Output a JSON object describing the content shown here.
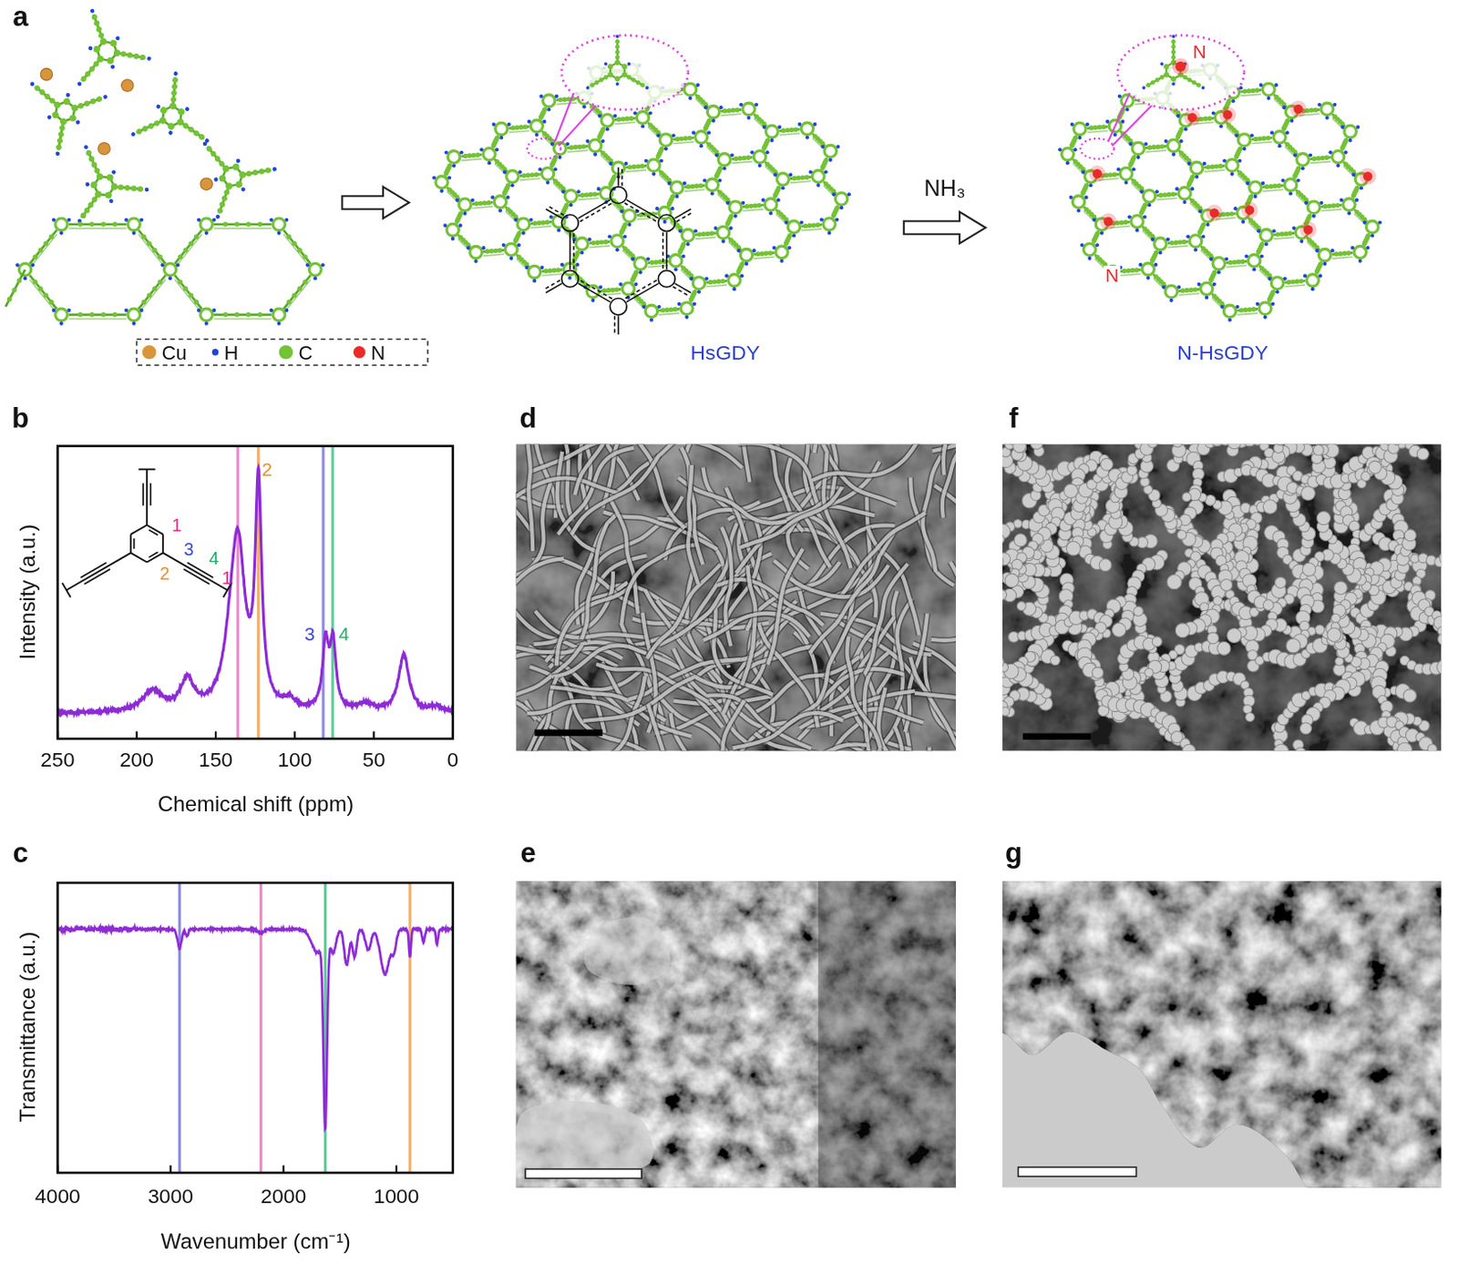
{
  "diagram": {
    "nodes": [
      {
        "text": [
          "HsGDY"
        ]
      },
      {
        "text": [
          "N-HsGDY"
        ]
      }
    ],
    "edges": [
      {
        "from": 0,
        "to": 1,
        "arrow": "to",
        "label": "NH₃"
      }
    ],
    "labels": [
      "a",
      "N",
      "N",
      "b",
      "1",
      "2",
      "3",
      "4",
      "1",
      "2",
      "3",
      "4",
      "Intensity (a.u.)",
      "250",
      "200",
      "150",
      "100",
      "50",
      "0",
      "Chemical shift (ppm)",
      "c",
      "Transmittance (a.u.)",
      "4000",
      "3000",
      "2000",
      "1000",
      "Wavenumber (cm⁻¹)",
      "d",
      "e",
      "f",
      "g"
    ],
    "legend": [
      {
        "text": "Cu",
        "color": "#d9953a"
      },
      {
        "text": "H",
        "color": "#2244d8"
      },
      {
        "text": "C",
        "color": "#74c236"
      },
      {
        "text": "N",
        "color": "#ea2a2a"
      }
    ]
  }
}
